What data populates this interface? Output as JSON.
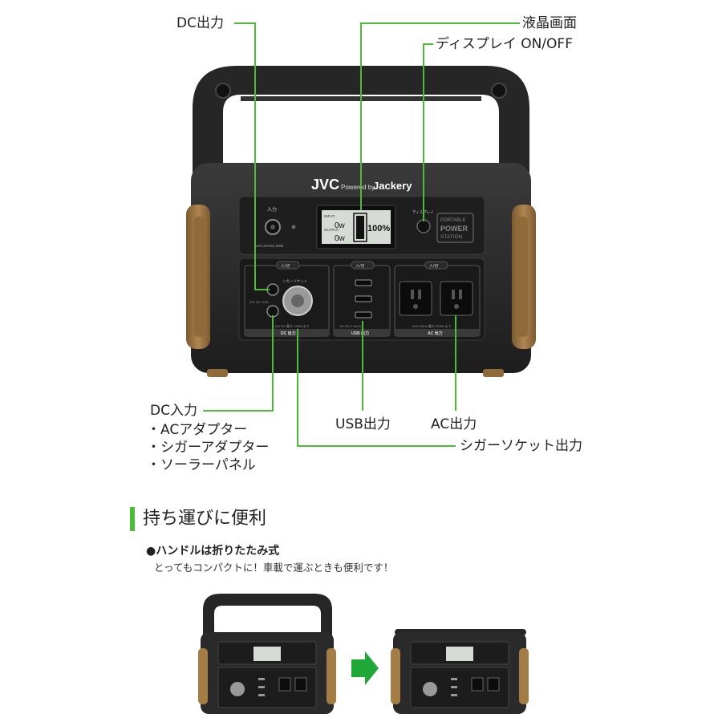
{
  "callouts": {
    "dc_out": "DC出力",
    "lcd": "液晶画面",
    "display_toggle": "ディスプレイ ON/OFF",
    "dc_in": "DC入力",
    "usb_out": "USB出力",
    "ac_out": "AC出力",
    "cigar_out": "シガーソケット出力"
  },
  "dc_in_sources": [
    "・ACアダプター",
    "・シガーアダプター",
    "・ソーラーパネル"
  ],
  "device": {
    "brand": "JVC",
    "powered_by": "Powered by",
    "partner": "Jackery",
    "input_label": "入力",
    "input_spec": "12V 24VDC 60W",
    "display_btn_label": "ディスプレイ",
    "portable": "PORTABLE",
    "power": "POWER",
    "station": "STATION",
    "lcd_input": "INPUT",
    "lcd_output": "OUTPUT",
    "lcd_in_value": "0w",
    "lcd_out_value": "0w",
    "lcd_battery": "100%",
    "switch_label": "入/切",
    "cigar_label": "シガーソケット",
    "dc_small_spec": "12V DC 10W",
    "dc_section_spec": "12V DC 最大 120W まで",
    "dc_section": "DC 出力",
    "usb_spec": "5V DC 2.4A×3",
    "usb_section": "USB 出力",
    "ac_spec": "100V 60Hz 最大 500W まで",
    "ac_section": "AC 出力"
  },
  "section": {
    "title": "持ち運びに便利",
    "bullet": "●ハンドルは折りたたみ式",
    "desc": "とってもコンパクトに！車載で運ぶときも便利です！"
  },
  "colors": {
    "accent_green": "#4cbb37",
    "arrow_green": "#1fa838",
    "body_dark": "#2b2b2b",
    "panel_dark": "#1e1e1e",
    "bumper_tan": "#a67c45"
  }
}
